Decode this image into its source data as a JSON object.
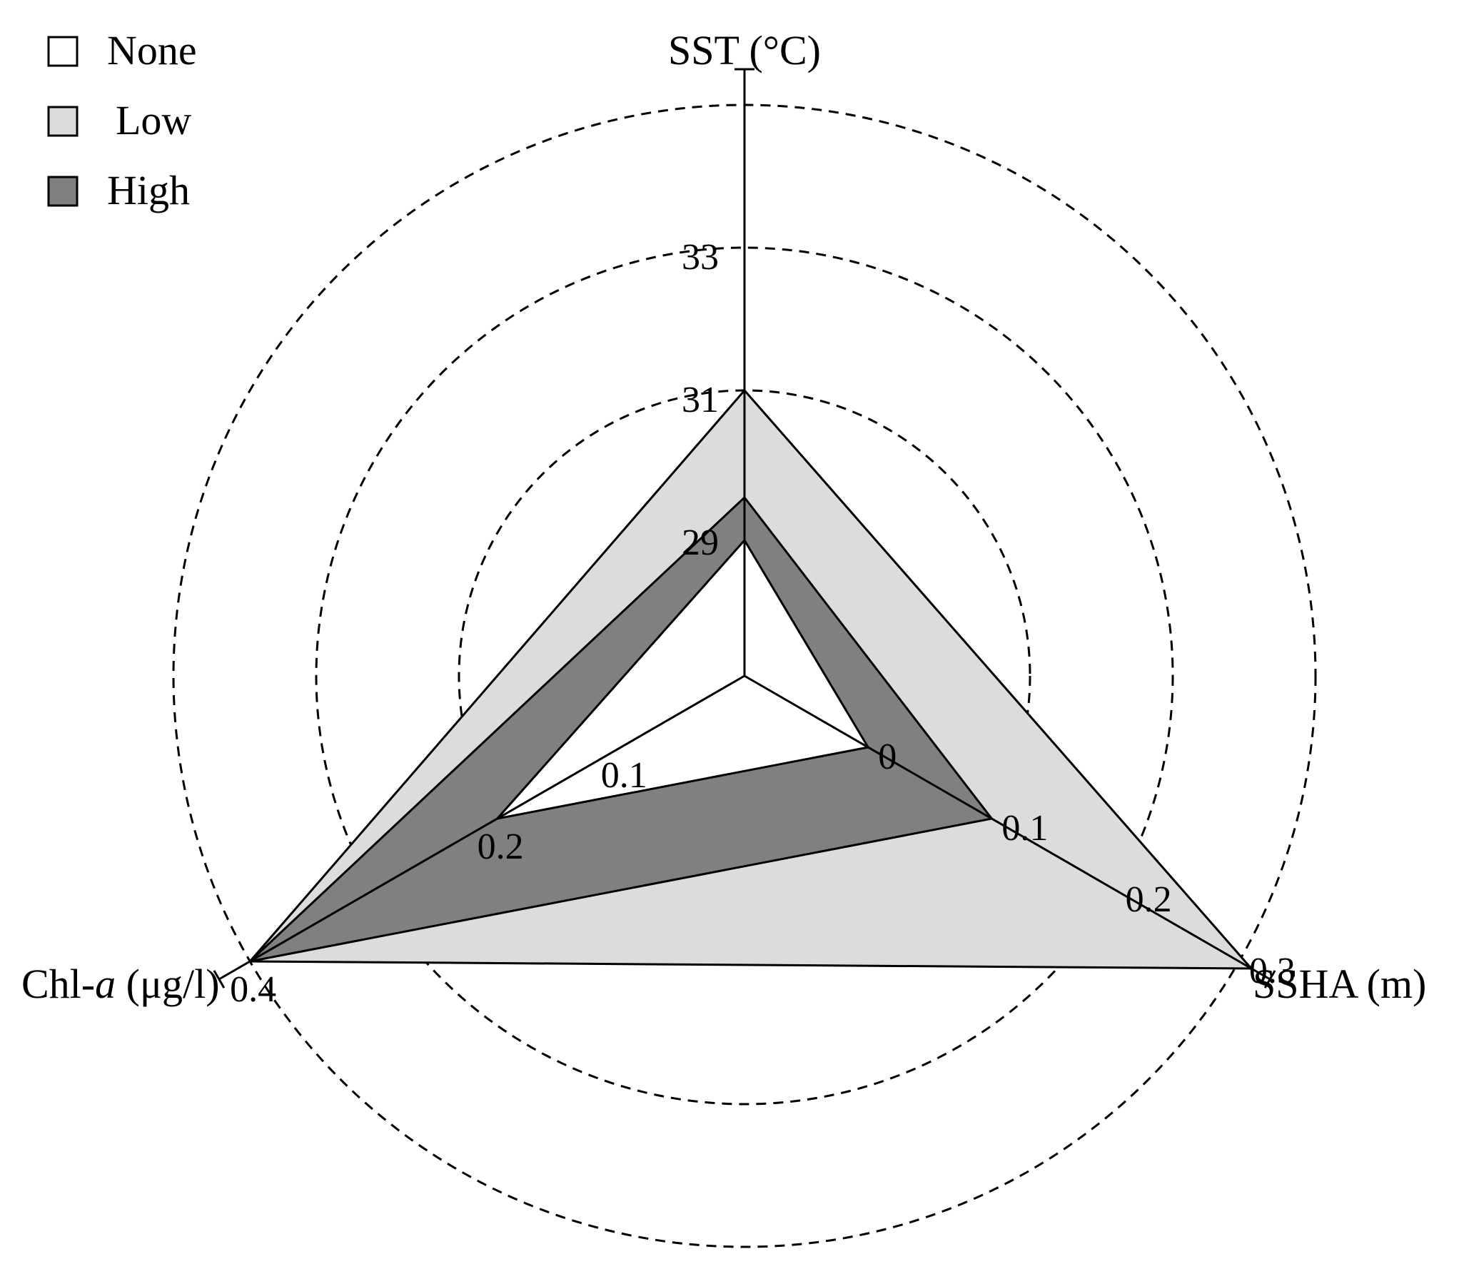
{
  "chart_data": {
    "type": "radar",
    "axes": [
      {
        "id": "sst",
        "label_parts": [
          {
            "text": "SST (°C)",
            "italic": false
          }
        ],
        "scale": [
          27,
          35
        ],
        "ticks": [
          29,
          31,
          33
        ],
        "tick_labels": [
          "29",
          "31",
          "33"
        ]
      },
      {
        "id": "ssha",
        "label_parts": [
          {
            "text": "SSHA (m)",
            "italic": false
          }
        ],
        "scale": [
          -0.1,
          0.3
        ],
        "ticks": [
          0,
          0.1,
          0.2,
          0.3
        ],
        "tick_labels": [
          "0",
          "0.1",
          "0.2",
          "0.3"
        ]
      },
      {
        "id": "chl",
        "label_parts": [
          {
            "text": "Chl-",
            "italic": false
          },
          {
            "text": "a",
            "italic": true
          },
          {
            "text": " (μg/l)",
            "italic": false
          }
        ],
        "scale": [
          0,
          0.4
        ],
        "ticks": [
          0.1,
          0.2,
          0.4
        ],
        "tick_labels": [
          "0.1",
          "0.2",
          "0.4"
        ]
      }
    ],
    "series": [
      {
        "name": "Low",
        "fill": "#dcdcdc",
        "values": {
          "sst": 31.0,
          "ssha": 0.31,
          "chl": 0.4
        }
      },
      {
        "name": "High",
        "fill": "#808080",
        "values": {
          "sst": 29.5,
          "ssha": 0.1,
          "chl": 0.4
        }
      },
      {
        "name": "None",
        "fill": "#ffffff",
        "values": {
          "sst": 28.9,
          "ssha": 0.0,
          "chl": 0.2
        }
      }
    ],
    "legend": {
      "position": "top-left",
      "items": [
        {
          "label": "None",
          "swatch": "#ffffff"
        },
        {
          "label": "Low",
          "swatch": "#dcdcdc"
        },
        {
          "label": "High",
          "swatch": "#808080"
        }
      ]
    },
    "grid": "dashed-circles"
  }
}
